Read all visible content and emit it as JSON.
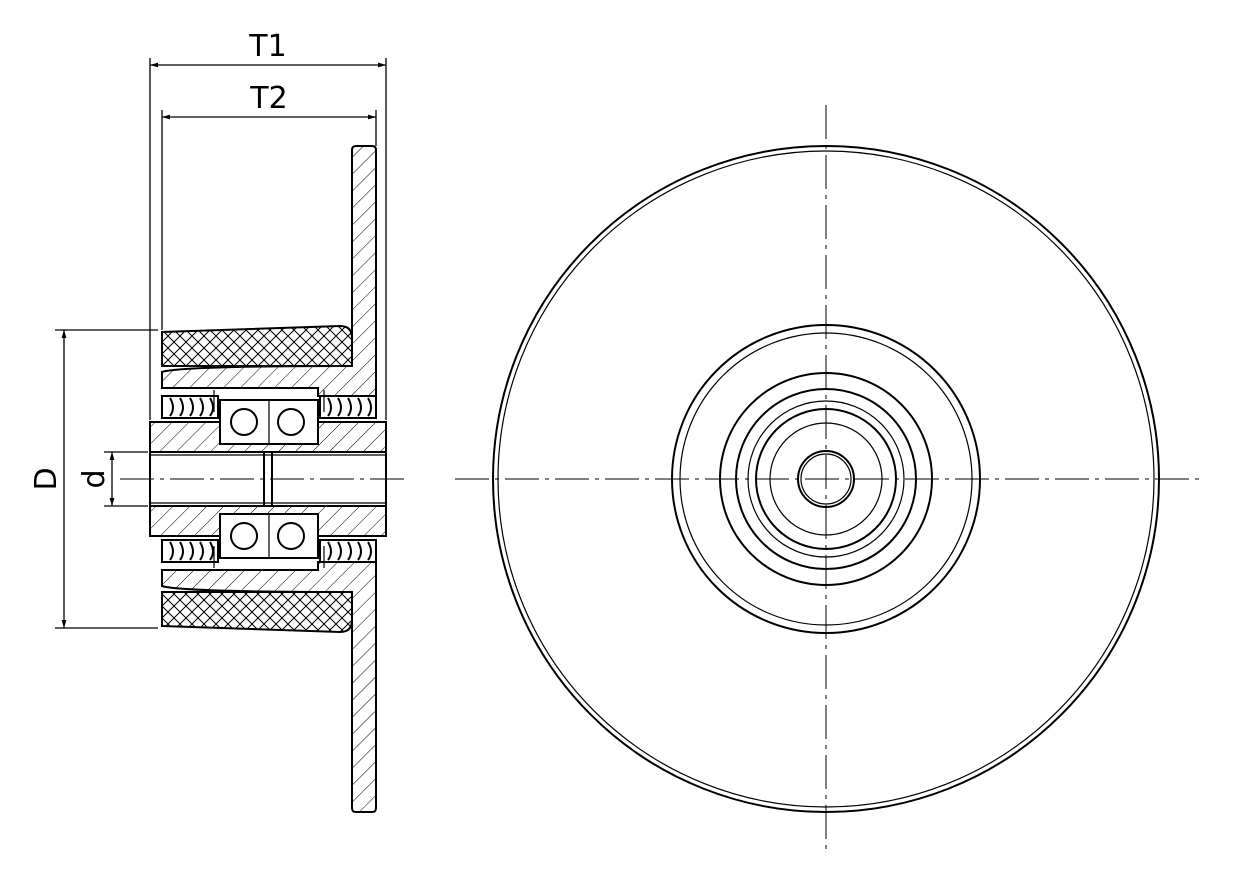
{
  "dimensions": {
    "t1": "T1",
    "t2": "T2",
    "d_outer": "D",
    "d_inner": "d"
  }
}
